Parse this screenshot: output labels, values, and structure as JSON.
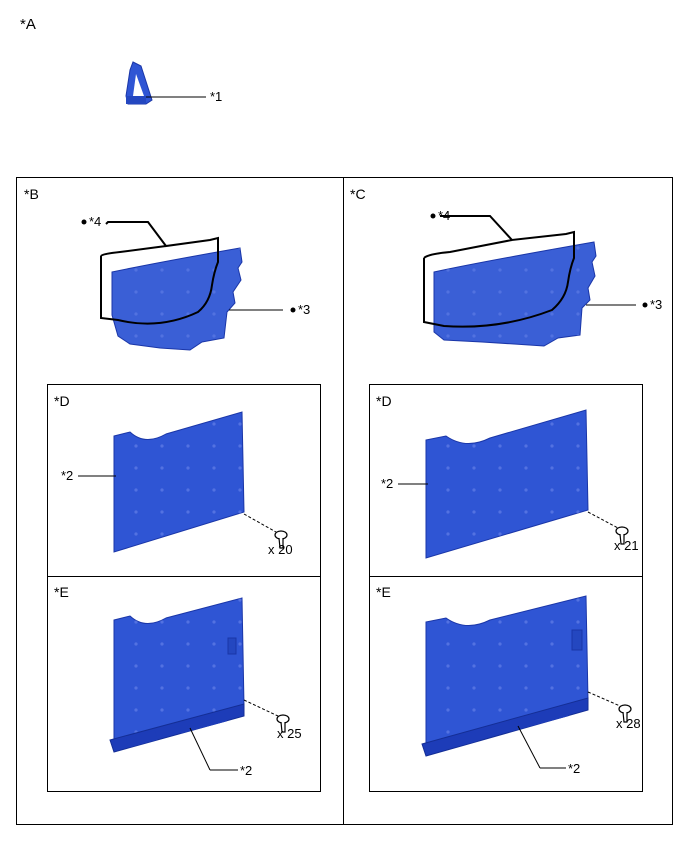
{
  "section_a": {
    "view_label": "*A",
    "callout_1": "*1"
  },
  "section_b": {
    "view_label": "*B",
    "callout_4": "*4",
    "callout_3": "*3"
  },
  "section_c": {
    "view_label": "*C",
    "callout_4": "*4",
    "callout_3": "*3"
  },
  "panel_bd": {
    "view_label": "*D",
    "callout_2": "*2",
    "qty": "x 20"
  },
  "panel_be": {
    "view_label": "*E",
    "callout_2": "*2",
    "qty": "x 25"
  },
  "panel_cd": {
    "view_label": "*D",
    "callout_2": "*2",
    "qty": "x 21"
  },
  "panel_ce": {
    "view_label": "*E",
    "callout_2": "*2",
    "qty": "x 28"
  },
  "colors": {
    "part_blue": "#2f55d4",
    "part_dark": "#1a36a8",
    "line": "#000000"
  }
}
